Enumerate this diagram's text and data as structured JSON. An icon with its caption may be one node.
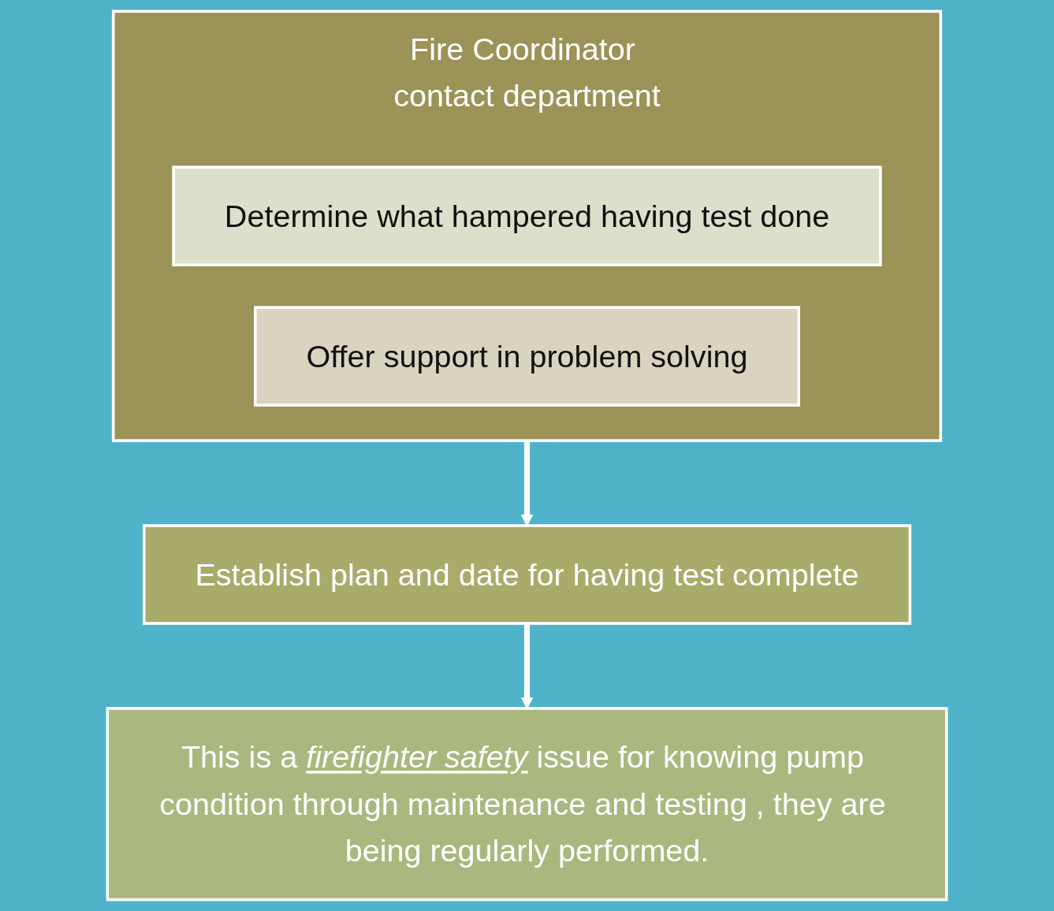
{
  "diagram": {
    "nodes": [
      {
        "text": [
          "Fire Coordinator contact department"
        ]
      },
      {
        "text": [
          "Determine what hampered having test done"
        ],
        "in": 0
      },
      {
        "text": [
          "Offer support in problem solving"
        ],
        "in": 0
      },
      {
        "text": [
          "Establish plan and date for having test complete"
        ]
      },
      {
        "text": [
          "This is a *firefighter safety* issue for knowing pump condition through maintenance and testing , they are being regularly performed."
        ]
      }
    ],
    "edges": [
      {
        "from": 0,
        "to": 3,
        "arrow": "to"
      },
      {
        "from": 3,
        "to": 4,
        "arrow": "to"
      }
    ]
  }
}
